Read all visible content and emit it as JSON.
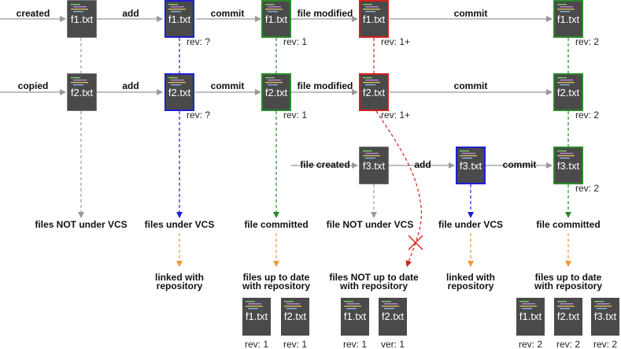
{
  "colors": {
    "file_bg": "#4a4a4a",
    "untracked": "#999999",
    "added": "#1f1fd6",
    "committed": "#2a8a2a",
    "modified": "#d42020",
    "repo": "#f09a30",
    "cross": "#e02020"
  },
  "files": {
    "f1": "f1.txt",
    "f2": "f2.txt",
    "f3": "f3.txt"
  },
  "actions": {
    "created": "created",
    "copied": "copied",
    "add": "add",
    "commit": "commit",
    "file_modified": "file modified",
    "file_created": "file created"
  },
  "revs": {
    "unknown": "rev: ?",
    "r1": "rev: 1",
    "r1_plus": "rev: 1+",
    "r2": "rev: 2",
    "r1_short": "rev: 1",
    "ver1": "ver: 1",
    "r2_short": "rev: 2"
  },
  "states": {
    "not_under_vcs": "files NOT under VCS",
    "under_vcs": "files under VCS",
    "committed": "file committed",
    "file_not_under_vcs": "file NOT under VCS",
    "file_under_vcs": "file under VCS",
    "linked_1": "linked with",
    "linked_2": "repository",
    "uptodate_1": "files up to date",
    "uptodate_2": "with repository",
    "notuptodate_1": "files NOT up to date",
    "notuptodate_2": "with repository"
  }
}
